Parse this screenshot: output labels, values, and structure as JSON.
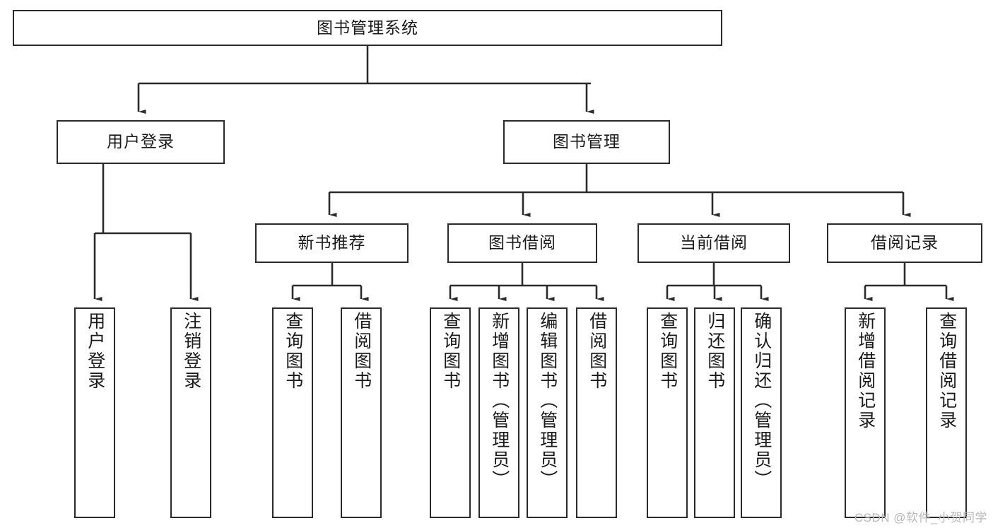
{
  "diagram": {
    "type": "tree-hierarchy",
    "title": "图书管理系统",
    "watermark": "CSDN @软件_小贺同学",
    "colors": {
      "stroke": "#2b2b2b",
      "fill": "#ffffff",
      "text": "#1a1a1a",
      "watermark": "#b9b9b9"
    },
    "levels": {
      "root": {
        "label": "图书管理系统"
      },
      "level2": [
        {
          "label": "用户登录"
        },
        {
          "label": "图书管理"
        }
      ],
      "level3": [
        {
          "label": "新书推荐"
        },
        {
          "label": "图书借阅"
        },
        {
          "label": "当前借阅"
        },
        {
          "label": "借阅记录"
        }
      ],
      "leaves": [
        {
          "label": "用户登录",
          "parent": "用户登录"
        },
        {
          "label": "注销登录",
          "parent": "用户登录"
        },
        {
          "label": "查询图书",
          "parent": "新书推荐"
        },
        {
          "label": "借阅图书",
          "parent": "新书推荐"
        },
        {
          "label": "查询图书",
          "parent": "图书借阅"
        },
        {
          "label": "新增图书（管理员）",
          "parent": "图书借阅"
        },
        {
          "label": "编辑图书（管理员）",
          "parent": "图书借阅"
        },
        {
          "label": "借阅图书",
          "parent": "图书借阅"
        },
        {
          "label": "查询图书",
          "parent": "当前借阅"
        },
        {
          "label": "归还图书",
          "parent": "当前借阅"
        },
        {
          "label": "确认归还（管理员）",
          "parent": "当前借阅"
        },
        {
          "label": "新增借阅记录",
          "parent": "借阅记录"
        },
        {
          "label": "查询借阅记录",
          "parent": "借阅记录"
        }
      ]
    }
  }
}
